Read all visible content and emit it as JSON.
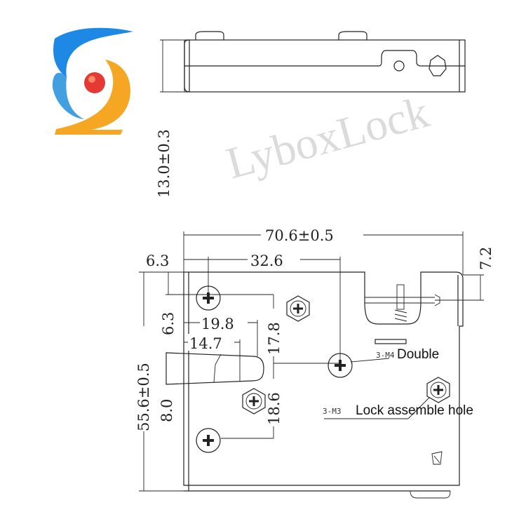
{
  "logo": {
    "name": "company-logo",
    "colors": [
      "#1e88e5",
      "#f5a623",
      "#e53935",
      "#43a0e0"
    ]
  },
  "watermark": "LyboxLock",
  "side_view": {
    "height_dim": "13.0±0.3"
  },
  "front_view": {
    "width_dim": "70.6±0.5",
    "left_offset_dim": "6.3",
    "screw_spacing_dim": "32.6",
    "right_offset_dim": "7.2",
    "height_dim": "55.6±0.5",
    "top_offset_dim": "6.3",
    "bolt_length_dim": "19.8",
    "bolt_inner_dim": "14.7",
    "bolt_height_dim": "8.0",
    "vertical_upper_dim": "17.8",
    "vertical_lower_dim": "18.6"
  },
  "annotations": {
    "m4_code": "3-M4",
    "m4_label": "Double",
    "m3_code": "3-M3",
    "m3_label": "Lock assemble hole"
  }
}
